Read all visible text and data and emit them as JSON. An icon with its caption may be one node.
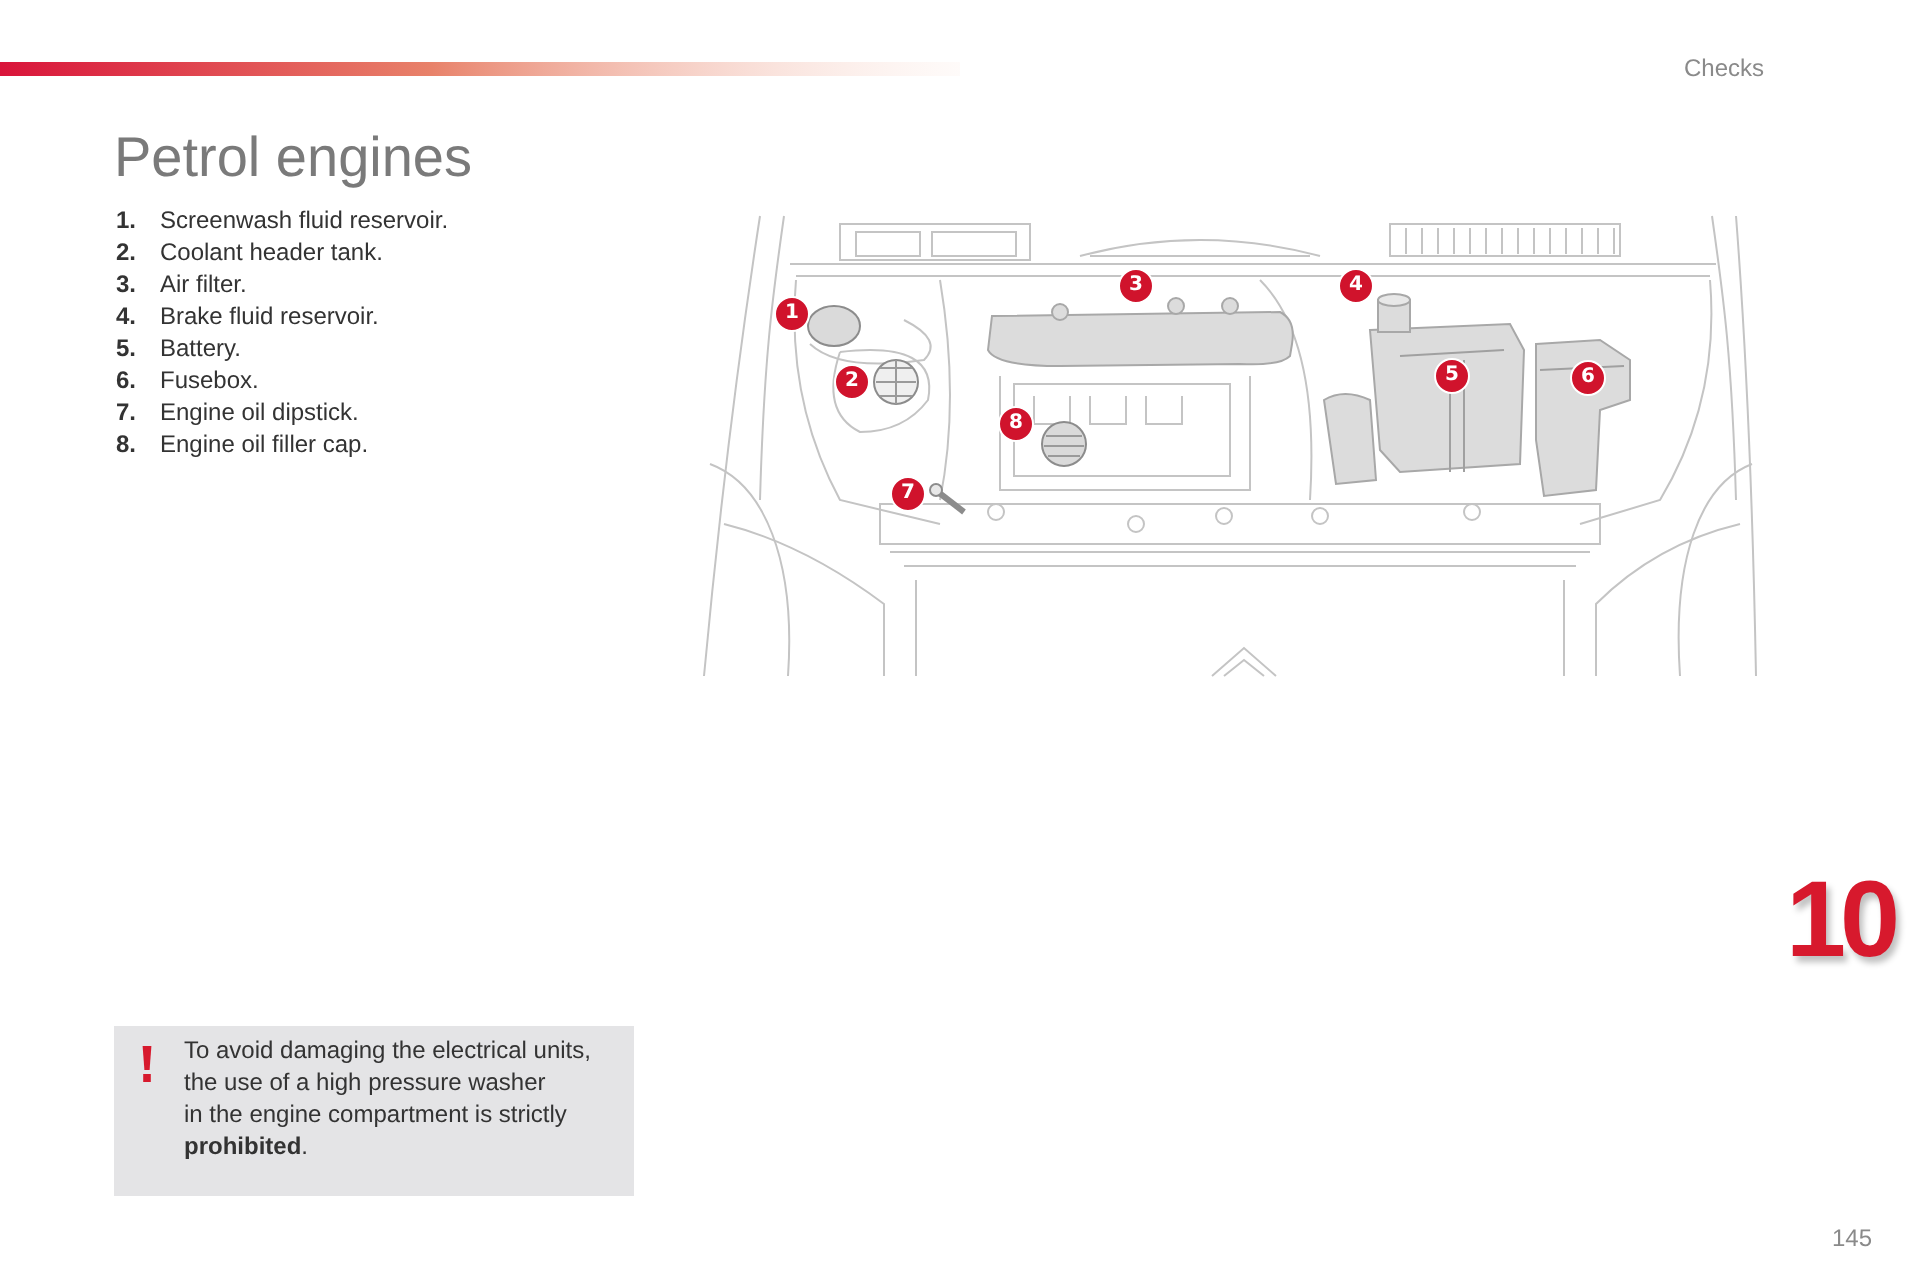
{
  "diagram": {
    "title": "Petrol engines",
    "nodes": [
      {
        "text": [
          "To avoid damaging the electrical units, the use of a high pressure washer in the engine compartment is strictly **prohibited**."
        ]
      }
    ],
    "labels": [
      "Checks",
      "1.",
      "Screenwash fluid reservoir.",
      "2.",
      "Coolant header tank.",
      "3.",
      "Air filter.",
      "4.",
      "Brake fluid reservoir.",
      "5.",
      "Battery.",
      "6.",
      "Fusebox.",
      "7.",
      "Engine oil dipstick.",
      "8.",
      "Engine oil filler cap.",
      "1",
      "2",
      "3",
      "4",
      "5",
      "6",
      "7",
      "8",
      "10",
      "145"
    ]
  }
}
